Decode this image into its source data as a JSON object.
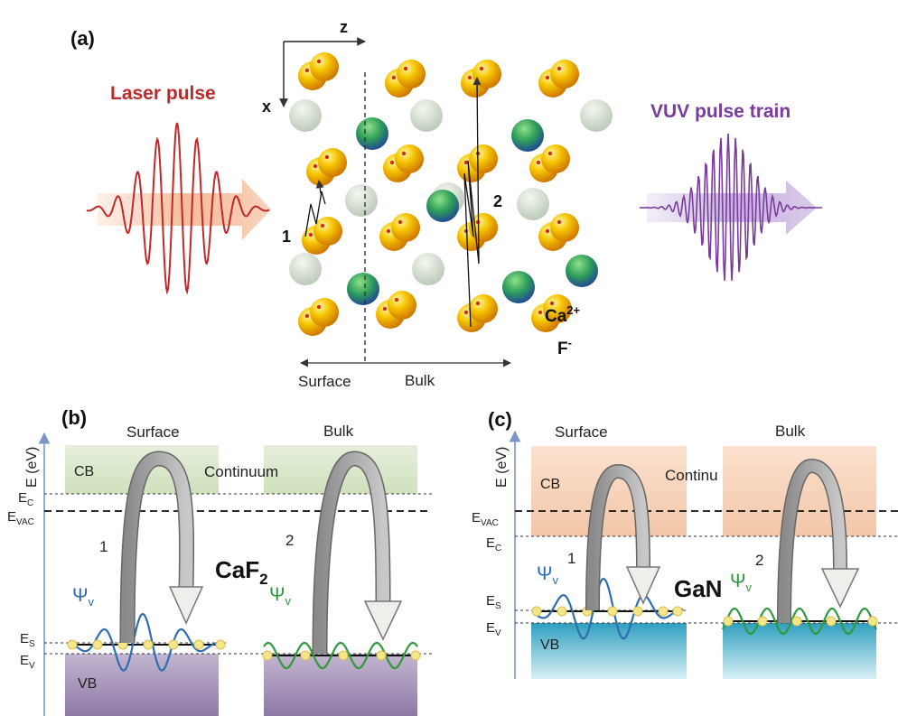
{
  "panel_a": {
    "label": "(a)",
    "axis_z": "z",
    "axis_x": "x",
    "laser_title": "Laser pulse",
    "vuv_title": "VUV pulse train",
    "path_1": "1",
    "path_2": "2",
    "ion_ca": "Ca",
    "ion_ca_sup": "2+",
    "ion_f": "F",
    "ion_f_sup": "-",
    "surface_label": "Surface",
    "bulk_label": "Bulk",
    "colors": {
      "laser": "#c0282a",
      "vuv": "#7a3b9e",
      "ca_ion": "#2e8b57",
      "f_ion": "#f2b800"
    }
  },
  "panel_b": {
    "label": "(b)",
    "y_axis": "E (eV)",
    "surface_title": "Surface",
    "bulk_title": "Bulk",
    "cb": "CB",
    "continuum": "Continuum",
    "vb": "VB",
    "e_c": "E",
    "e_c_sub": "C",
    "e_vac": "E",
    "e_vac_sub": "VAC",
    "e_s": "E",
    "e_s_sub": "S",
    "e_v": "E",
    "e_v_sub": "V",
    "material": "CaF",
    "material_sub": "2",
    "arc_1": "1",
    "arc_2": "2",
    "psi_surface": "Ψ",
    "psi_surface_sub": "v",
    "psi_bulk": "Ψ",
    "psi_bulk_sub": "v",
    "colors": {
      "cb": "#dbe8cc",
      "vb": "#9a86ae"
    }
  },
  "panel_c": {
    "label": "(c)",
    "y_axis": "E (eV)",
    "surface_title": "Surface",
    "bulk_title": "Bulk",
    "cb": "CB",
    "continuum": "Continu",
    "vb": "VB",
    "e_vac": "E",
    "e_vac_sub": "VAC",
    "e_c": "E",
    "e_c_sub": "C",
    "e_s": "E",
    "e_s_sub": "S",
    "e_v": "E",
    "e_v_sub": "V",
    "material": "GaN",
    "arc_1": "1",
    "arc_2": "2",
    "psi_surface": "Ψ",
    "psi_surface_sub": "v",
    "psi_bulk": "Ψ",
    "psi_bulk_sub": "v",
    "colors": {
      "cb": "#f6d3bb",
      "vb": "#6fc1d6"
    }
  }
}
